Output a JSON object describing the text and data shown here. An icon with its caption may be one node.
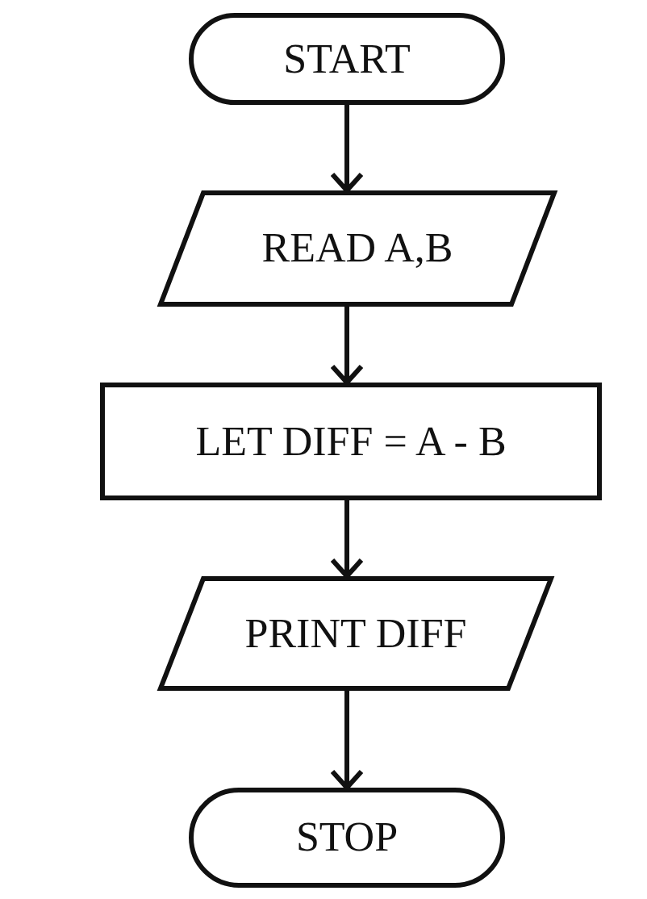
{
  "diagram": {
    "nodes": [
      {
        "text": [
          "START"
        ]
      },
      {
        "text": [
          "READ A,B"
        ]
      },
      {
        "text": [
          "LET DIFF = A - B"
        ]
      },
      {
        "text": [
          "PRINT DIFF"
        ]
      },
      {
        "text": [
          "STOP"
        ]
      }
    ],
    "edges": [
      {
        "from": 0,
        "to": 1,
        "arrow": "to"
      },
      {
        "from": 1,
        "to": 2,
        "arrow": "to"
      },
      {
        "from": 2,
        "to": 3,
        "arrow": "to"
      },
      {
        "from": 3,
        "to": 4,
        "arrow": "to"
      }
    ]
  }
}
